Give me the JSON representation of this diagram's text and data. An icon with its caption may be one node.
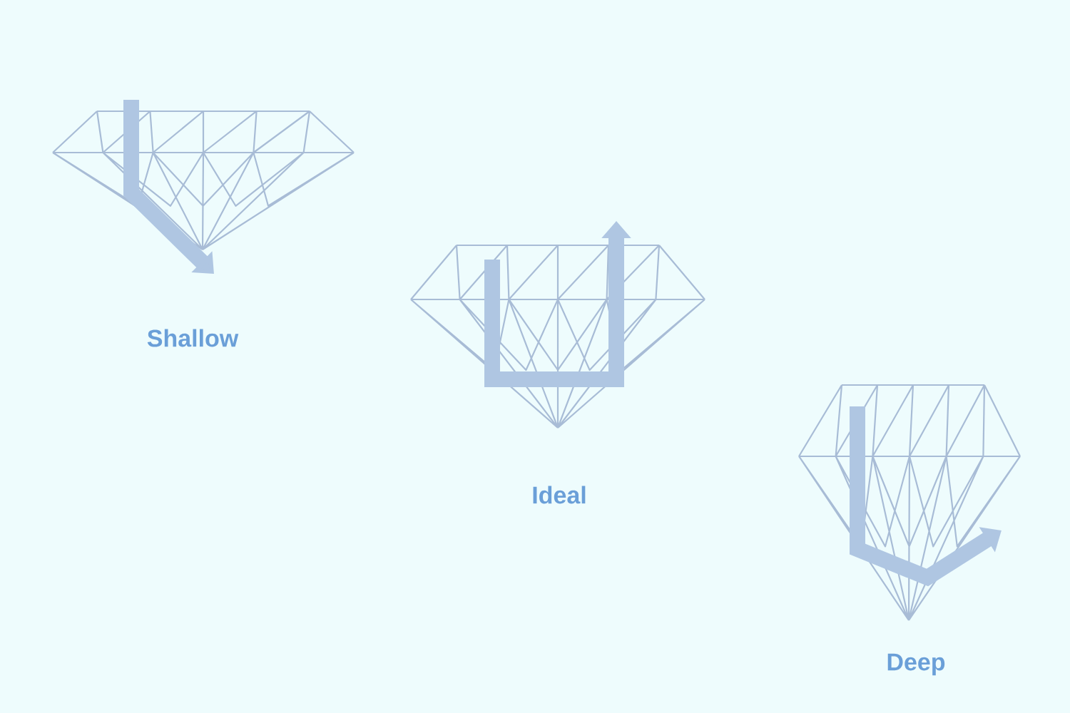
{
  "diagram": {
    "labels": [
      "Shallow",
      "Ideal",
      "Deep"
    ]
  }
}
